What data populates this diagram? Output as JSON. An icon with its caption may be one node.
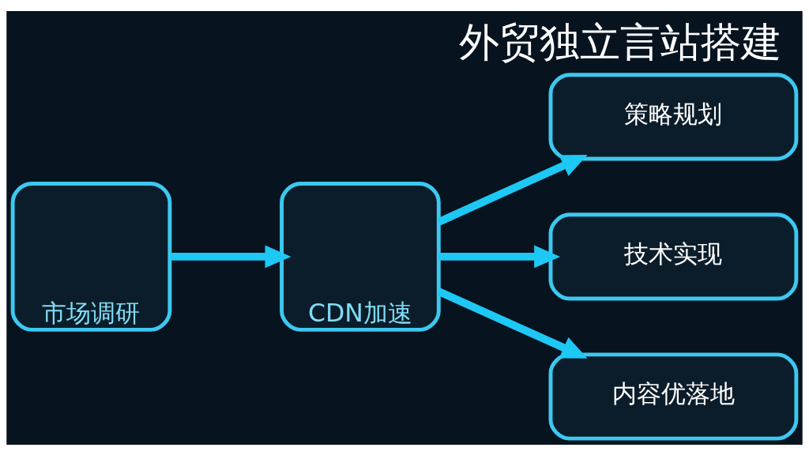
{
  "diagram": {
    "title": "外贸独立言站搭建",
    "nodes": [
      {
        "text": [
          "市场调研"
        ]
      },
      {
        "text": [
          "CDN加速"
        ]
      },
      {
        "text": [
          "策略规划"
        ]
      },
      {
        "text": [
          "技术实现"
        ]
      },
      {
        "text": [
          "内容优落地"
        ]
      }
    ],
    "edges": [
      {
        "from": 0,
        "to": 1,
        "arrow": "to"
      },
      {
        "from": 1,
        "to": 2,
        "arrow": "to"
      },
      {
        "from": 1,
        "to": 3,
        "arrow": "to"
      },
      {
        "from": 1,
        "to": 4,
        "arrow": "to"
      }
    ]
  }
}
